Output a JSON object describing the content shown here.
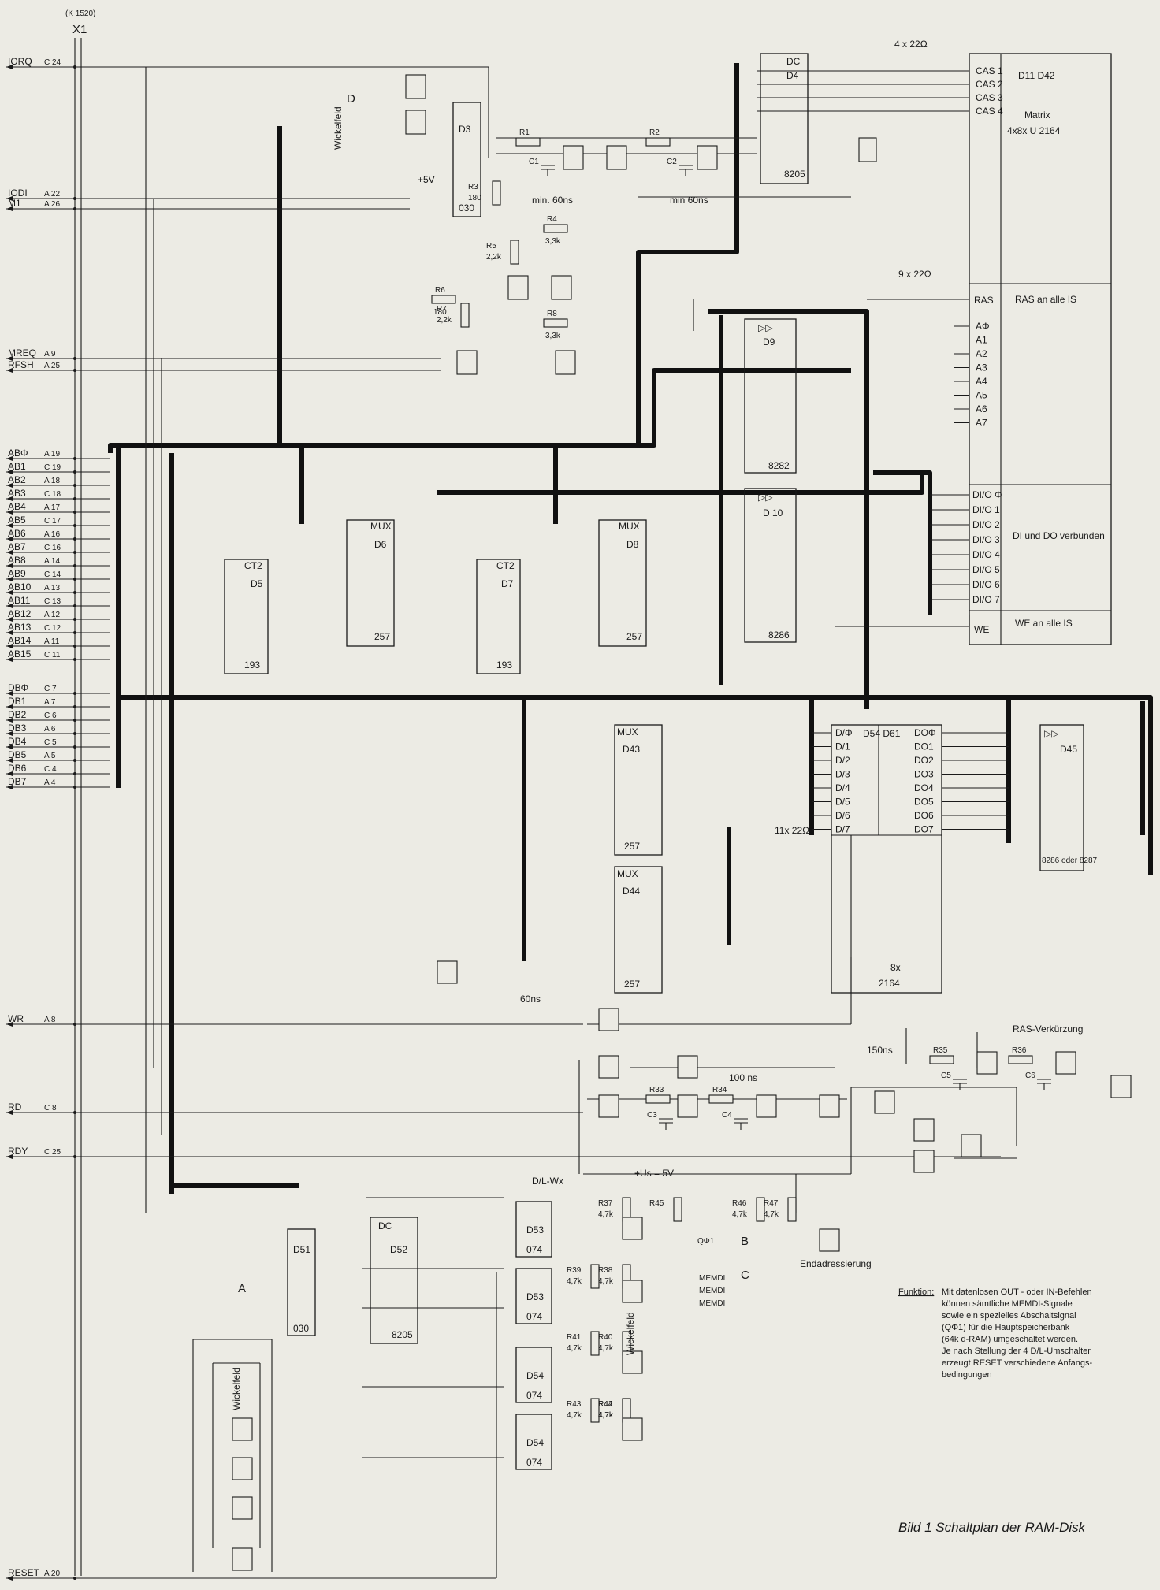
{
  "connector": {
    "ref": "(K 1520)",
    "name": "X1",
    "signals": [
      {
        "net": "IORQ",
        "pin": "C 24"
      },
      {
        "net": "IODI",
        "pin": "A 22"
      },
      {
        "net": "M1",
        "pin": "A 26"
      },
      {
        "net": "MREQ",
        "pin": "A 9"
      },
      {
        "net": "RFSH",
        "pin": "A 25"
      },
      {
        "net": "ABΦ",
        "pin": "A 19"
      },
      {
        "net": "AB1",
        "pin": "C 19"
      },
      {
        "net": "AB2",
        "pin": "A 18"
      },
      {
        "net": "AB3",
        "pin": "C 18"
      },
      {
        "net": "AB4",
        "pin": "A 17"
      },
      {
        "net": "AB5",
        "pin": "C 17"
      },
      {
        "net": "AB6",
        "pin": "A 16"
      },
      {
        "net": "AB7",
        "pin": "C 16"
      },
      {
        "net": "AB8",
        "pin": "A 14"
      },
      {
        "net": "AB9",
        "pin": "C 14"
      },
      {
        "net": "AB10",
        "pin": "A 13"
      },
      {
        "net": "AB11",
        "pin": "C 13"
      },
      {
        "net": "AB12",
        "pin": "A 12"
      },
      {
        "net": "AB13",
        "pin": "C 12"
      },
      {
        "net": "AB14",
        "pin": "A 11"
      },
      {
        "net": "AB15",
        "pin": "C 11"
      },
      {
        "net": "DBΦ",
        "pin": "C 7"
      },
      {
        "net": "DB1",
        "pin": "A 7"
      },
      {
        "net": "DB2",
        "pin": "C 6"
      },
      {
        "net": "DB3",
        "pin": "A 6"
      },
      {
        "net": "DB4",
        "pin": "C 5"
      },
      {
        "net": "DB5",
        "pin": "A 5"
      },
      {
        "net": "DB6",
        "pin": "C 4"
      },
      {
        "net": "DB7",
        "pin": "A 4"
      },
      {
        "net": "WR",
        "pin": "A 8"
      },
      {
        "net": "RD",
        "pin": "C 8"
      },
      {
        "net": "RDY",
        "pin": "C 25"
      },
      {
        "net": "RESET",
        "pin": "A 20"
      }
    ]
  },
  "chips": [
    {
      "ref": "D3",
      "type": "030"
    },
    {
      "ref": "D4",
      "type": "8205",
      "header": "DC"
    },
    {
      "ref": "D5",
      "type": "193",
      "header": "CT2"
    },
    {
      "ref": "D6",
      "type": "257",
      "header": "MUX"
    },
    {
      "ref": "D7",
      "type": "193",
      "header": "CT2"
    },
    {
      "ref": "D8",
      "type": "257",
      "header": "MUX"
    },
    {
      "ref": "D9",
      "type": "8282",
      "header": "▷▷"
    },
    {
      "ref": "D 10",
      "type": "8286",
      "header": "▷▷"
    },
    {
      "ref": "D43",
      "type": "257",
      "header": "MUX"
    },
    {
      "ref": "D44",
      "type": "257",
      "header": "MUX"
    },
    {
      "ref": "D45",
      "type": "8286 oder 8287",
      "header": "▷▷"
    },
    {
      "ref": "D51",
      "type": "030"
    },
    {
      "ref": "D52",
      "type": "8205",
      "header": "DC"
    },
    {
      "ref": "D53",
      "type": "074"
    },
    {
      "ref": "D53",
      "type": "074"
    },
    {
      "ref": "D54",
      "type": "074"
    },
    {
      "ref": "D54",
      "type": "074"
    }
  ],
  "memory_block": {
    "title": "D11   D42",
    "matrix_line1": "Matrix",
    "matrix_line2": "4x8x U 2164",
    "ras_note": "RAS an alle IS",
    "di_do_note": "DI und DO verbunden",
    "we_note": "WE an alle IS",
    "ras_pin": "RAS",
    "we_pin": "WE",
    "cas_pins": [
      "CAS 1",
      "CAS 2",
      "CAS 3",
      "CAS 4"
    ],
    "addr_pins": [
      "AΦ",
      "A1",
      "A2",
      "A3",
      "A4",
      "A5",
      "A6",
      "A7"
    ],
    "dio_pins": [
      "DI/O Φ",
      "DI/O 1",
      "DI/O 2",
      "DI/O 3",
      "DI/O 4",
      "DI/O 5",
      "DI/O 6",
      "DI/O 7"
    ]
  },
  "ram_bank": {
    "refs": "D54    D61",
    "count": "8x",
    "type": "2164",
    "di_pins": [
      "D/Φ",
      "D/1",
      "D/2",
      "D/3",
      "D/4",
      "D/5",
      "D/6",
      "D/7"
    ],
    "do_pins": [
      "DOΦ",
      "DO1",
      "DO2",
      "DO3",
      "DO4",
      "DO5",
      "DO6",
      "DO7"
    ]
  },
  "resistor_arrays": {
    "cas": "4 x 22Ω",
    "addr": "9 x 22Ω",
    "bank": "11x 22Ω"
  },
  "resistors": [
    {
      "ref": "R1"
    },
    {
      "ref": "R2"
    },
    {
      "ref": "R3",
      "value": "180"
    },
    {
      "ref": "R4",
      "value": "3,3k"
    },
    {
      "ref": "R5",
      "value": "2,2k"
    },
    {
      "ref": "R6",
      "value": "180"
    },
    {
      "ref": "R7",
      "value": "2,2k"
    },
    {
      "ref": "R8",
      "value": "3,3k"
    },
    {
      "ref": "R33"
    },
    {
      "ref": "R34"
    },
    {
      "ref": "R35"
    },
    {
      "ref": "R36"
    },
    {
      "ref": "R37",
      "value": "4,7k"
    },
    {
      "ref": "R38",
      "value": "4,7k"
    },
    {
      "ref": "R39",
      "value": "4,7k"
    },
    {
      "ref": "R40",
      "value": "4,7k"
    },
    {
      "ref": "R41",
      "value": "4,7k"
    },
    {
      "ref": "R42",
      "value": "4,7k"
    },
    {
      "ref": "R43",
      "value": "4,7k"
    },
    {
      "ref": "R44",
      "value": "4,7k"
    },
    {
      "ref": "R45"
    },
    {
      "ref": "R46",
      "value": "4,7k"
    },
    {
      "ref": "R47",
      "value": "4,7k"
    }
  ],
  "capacitors": [
    "C1",
    "C2",
    "C3",
    "C4",
    "C5",
    "C6"
  ],
  "timing": {
    "t1": "min. 60ns",
    "t2": "min 60ns",
    "t3": "60ns",
    "t4": "150ns",
    "t5": "100 ns",
    "ras_short": "RAS-Verkürzung"
  },
  "labels": {
    "wickelfeld": "Wickelfeld",
    "block_a": "A",
    "block_b": "B",
    "block_c": "C",
    "block_d": "D",
    "dl_switch": "D/L-Wx",
    "us": "+Us = 5V",
    "plus5v": "+5V",
    "endadressierung": "Endadressierung",
    "memdi": "MEMDI",
    "qphi1": "QΦ1"
  },
  "function_note": {
    "heading": "Funktion:",
    "lines": [
      "Mit datenlosen OUT - oder IN-Befehlen",
      "können sämtliche MEMDI-Signale",
      "sowie ein spezielles Abschaltsignal",
      "(QΦ1) für die Hauptspeicherbank",
      "(64k d-RAM) umgeschaltet werden.",
      "Je nach Stellung der 4 D/L-Umschalter",
      "erzeugt RESET verschiedene Anfangs-",
      "bedingungen"
    ]
  },
  "caption": "Bild 1  Schaltplan der RAM-Disk"
}
